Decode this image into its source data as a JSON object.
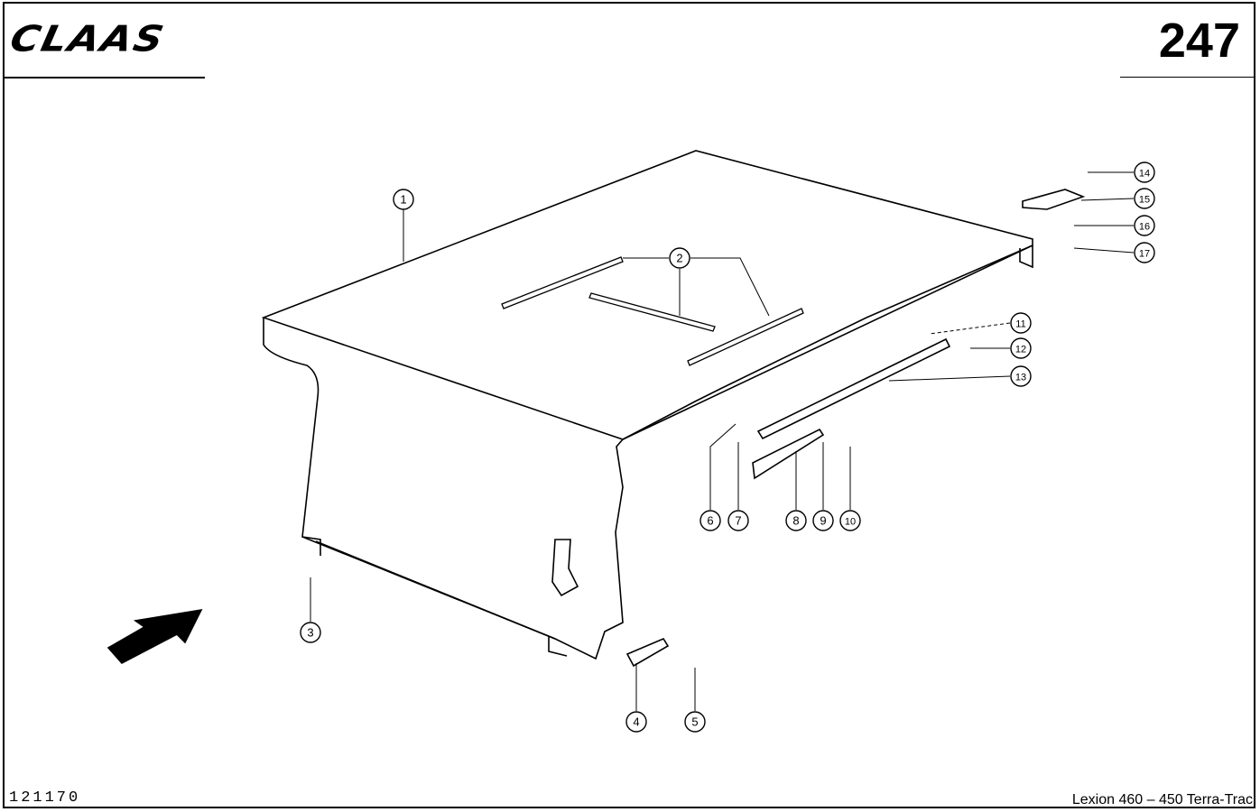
{
  "header": {
    "brand_logo": "CLAAS",
    "page_number": "247"
  },
  "footer": {
    "drawing_id": "121170",
    "model": "Lexion 460 – 450 Terra-Trac"
  },
  "callouts": [
    "1",
    "2",
    "3",
    "4",
    "5",
    "6",
    "7",
    "8",
    "9",
    "10",
    "11",
    "12",
    "13",
    "14",
    "15",
    "16",
    "17"
  ]
}
